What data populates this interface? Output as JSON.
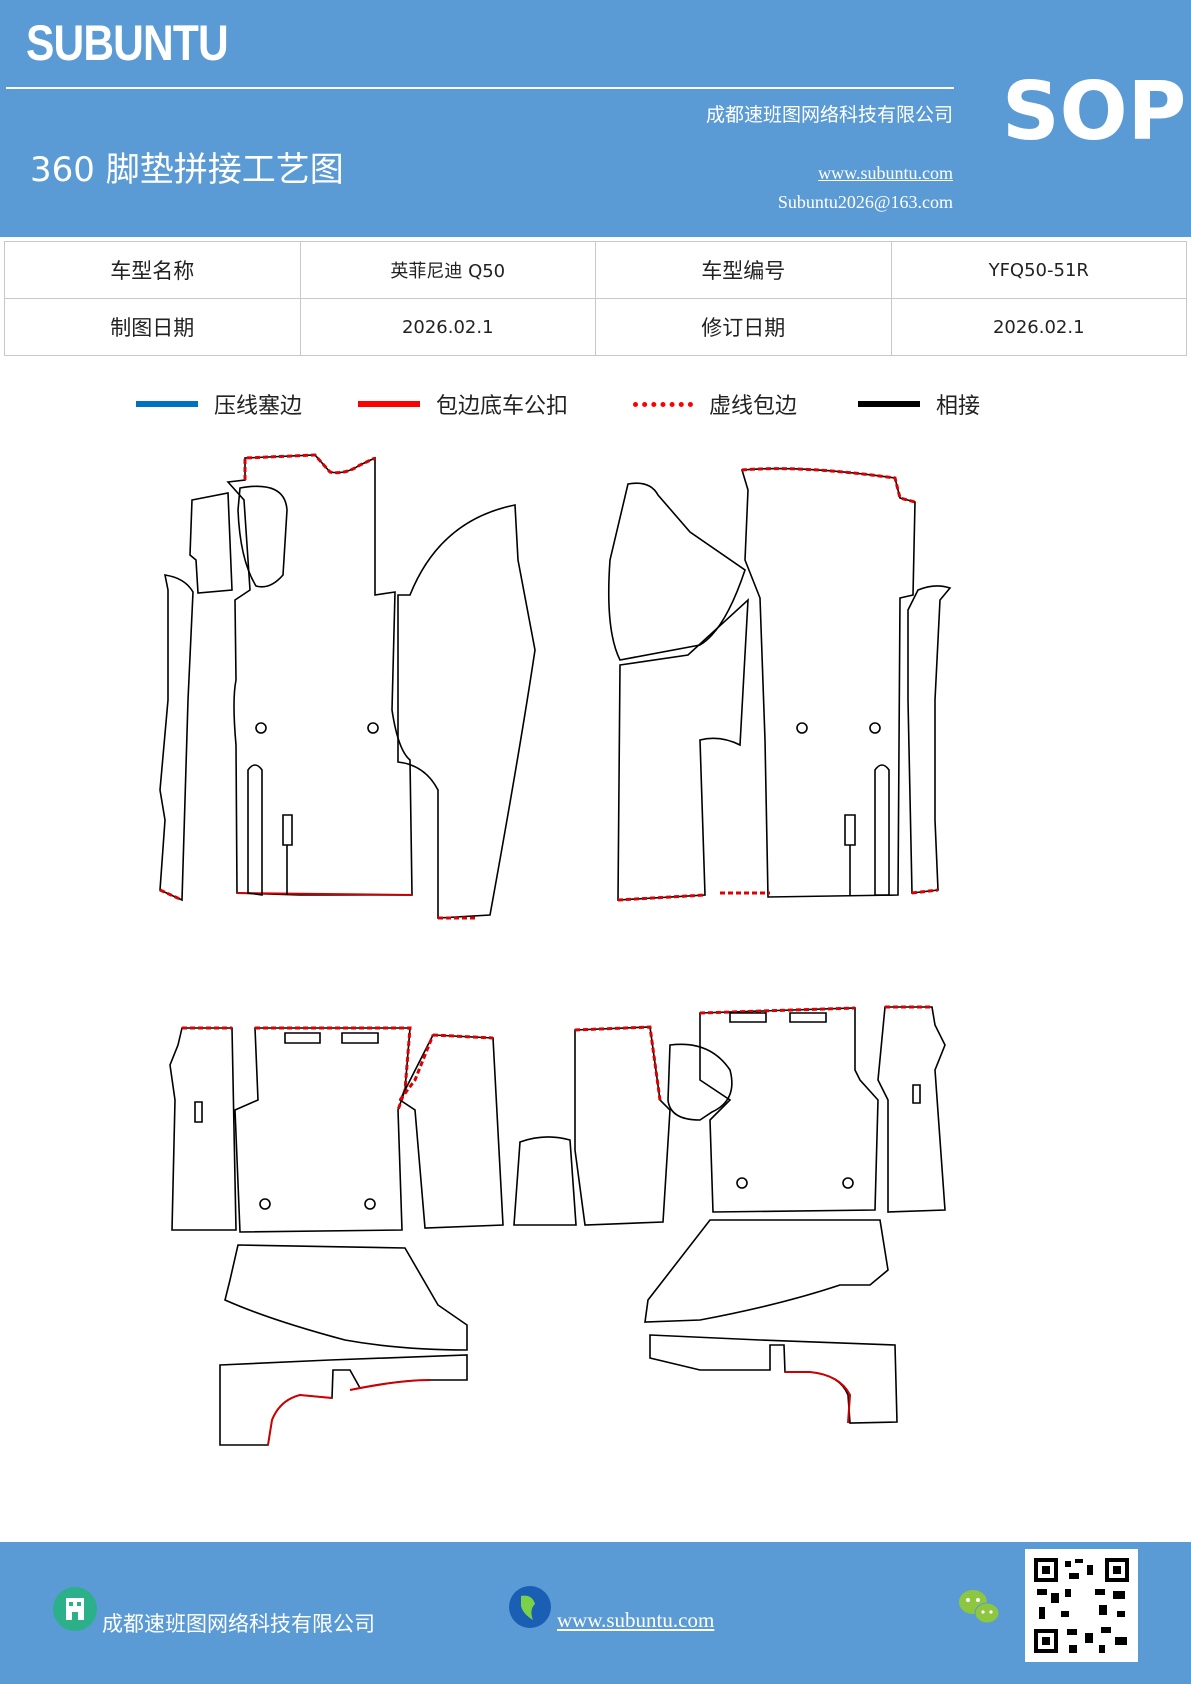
{
  "header": {
    "brand": "SUBUNTU",
    "company": "成都速班图网络科技有限公司",
    "title": "360 脚垫拼接工艺图",
    "website": "www.subuntu.com",
    "email": "Subuntu2026@163.com",
    "badge": "SOP",
    "bg_color": "#5b9bd5"
  },
  "info": {
    "rows": [
      {
        "label1": "车型名称",
        "value1": "英菲尼迪 Q50",
        "label2": "车型编号",
        "value2": "YFQ50-51R"
      },
      {
        "label1": "制图日期",
        "value1": "2026.02.1",
        "label2": "修订日期",
        "value2": "2026.02.1"
      }
    ]
  },
  "legend": [
    {
      "label": "压线塞边",
      "color": "#0070c0",
      "style": "solid"
    },
    {
      "label": "包边底车公扣",
      "color": "#ff0000",
      "style": "solid"
    },
    {
      "label": "虚线包边",
      "color": "#ff0000",
      "style": "dotted"
    },
    {
      "label": "相接",
      "color": "#000000",
      "style": "solid"
    }
  ],
  "footer": {
    "company": "成都速班图网络科技有限公司",
    "website": "www.subuntu.com ",
    "icons": [
      "building-icon",
      "globe-icon",
      "wechat-icon",
      "qr-code"
    ]
  }
}
